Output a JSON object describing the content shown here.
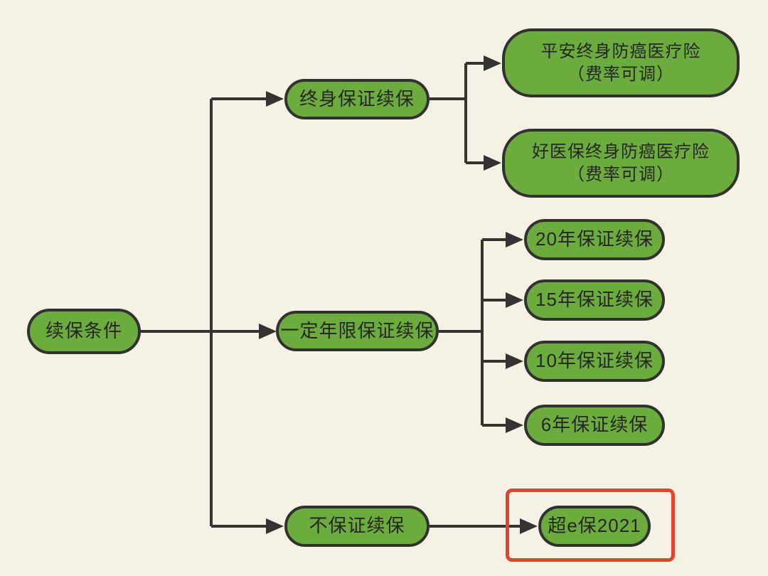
{
  "diagram": {
    "type": "flowchart",
    "background": "#f5f1e4",
    "colors": {
      "node_fill": "#6cab3e",
      "node_border": "#313130",
      "connector": "#333331",
      "text": "#262624",
      "highlight_box": "#e2432f"
    },
    "tree": {
      "root": {
        "label": "续保条件"
      },
      "branches": [
        {
          "label": "终身保证续保",
          "children": [
            {
              "line1": "平安终身防癌医疗险",
              "line2": "（费率可调）"
            },
            {
              "line1": "好医保终身防癌医疗险",
              "line2": "（费率可调）"
            }
          ]
        },
        {
          "label": "一定年限保证续保",
          "children": [
            {
              "label": "20年保证续保"
            },
            {
              "label": "15年保证续保"
            },
            {
              "label": "10年保证续保"
            },
            {
              "label": "6年保证续保"
            }
          ]
        },
        {
          "label": "不保证续保",
          "children": [
            {
              "label": "超e保2021",
              "highlighted": true
            }
          ]
        }
      ]
    }
  }
}
